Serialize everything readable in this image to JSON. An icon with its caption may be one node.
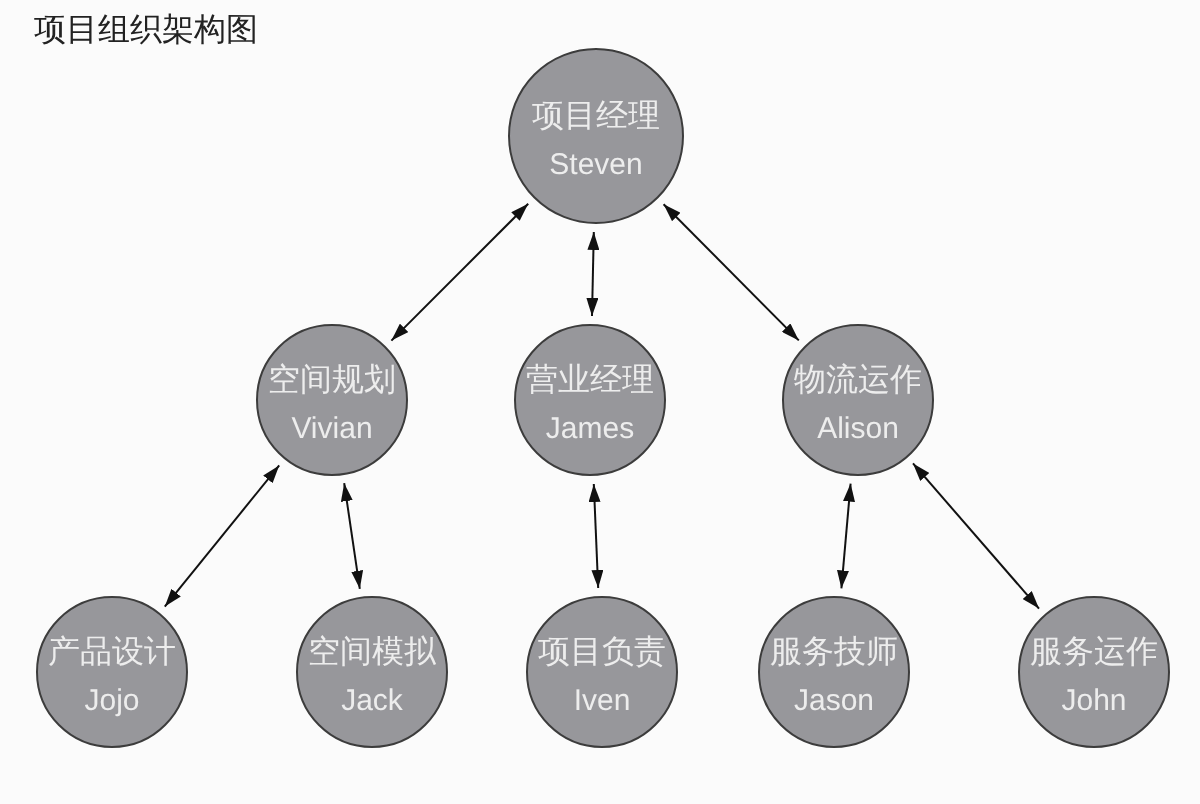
{
  "diagram": {
    "title": "项目组织架构图",
    "nodes": [
      {
        "text": [
          "项目经理",
          "Steven"
        ]
      },
      {
        "text": [
          "空间规划",
          "Vivian"
        ]
      },
      {
        "text": [
          "营业经理",
          "James"
        ]
      },
      {
        "text": [
          "物流运作",
          "Alison"
        ]
      },
      {
        "text": [
          "产品设计",
          "Jojo"
        ]
      },
      {
        "text": [
          "空间模拟",
          "Jack"
        ]
      },
      {
        "text": [
          "项目负责",
          "Iven"
        ]
      },
      {
        "text": [
          "服务技师",
          "Jason"
        ]
      },
      {
        "text": [
          "服务运作",
          "John"
        ]
      }
    ],
    "edges": [
      {
        "from": 0,
        "to": 1,
        "arrow": "both"
      },
      {
        "from": 0,
        "to": 2,
        "arrow": "both"
      },
      {
        "from": 0,
        "to": 3,
        "arrow": "both"
      },
      {
        "from": 1,
        "to": 4,
        "arrow": "both"
      },
      {
        "from": 1,
        "to": 5,
        "arrow": "both"
      },
      {
        "from": 2,
        "to": 6,
        "arrow": "both"
      },
      {
        "from": 3,
        "to": 7,
        "arrow": "both"
      },
      {
        "from": 3,
        "to": 8,
        "arrow": "both"
      }
    ]
  }
}
